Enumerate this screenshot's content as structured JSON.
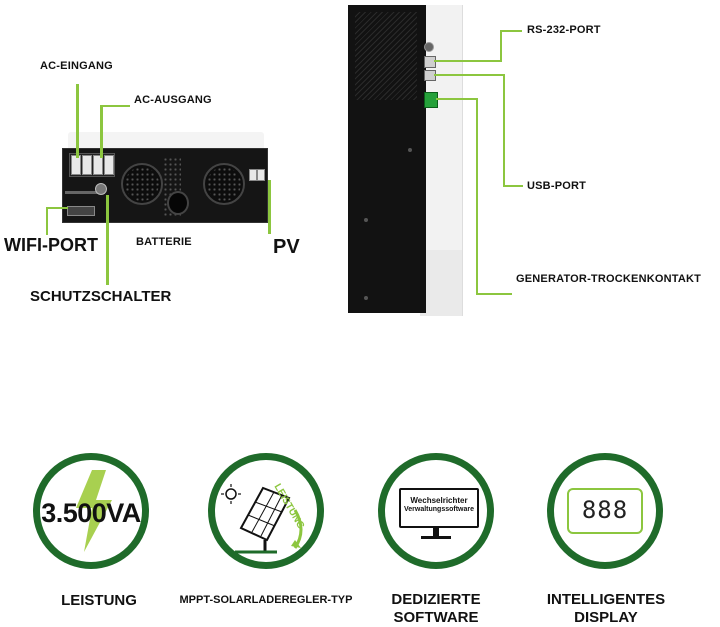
{
  "labels": {
    "ac_eingang": "AC-EINGANG",
    "ac_ausgang": "AC-AUSGANG",
    "wifi_port": "WIFI-PORT",
    "batterie": "BATTERIE",
    "pv": "PV",
    "schutzschalter": "SCHUTZSCHALTER",
    "rs232": "RS-232-PORT",
    "usb": "USB-PORT",
    "generator": "GENERATOR-TROCKENKONTAKT"
  },
  "features": [
    {
      "icon": "power-bolt-icon",
      "value": "3.500VA",
      "label": "LEISTUNG"
    },
    {
      "icon": "solar-panel-icon",
      "arc_text": "LEISTUNG",
      "label": "MPPT-SOLARLADEREGLER-TYP"
    },
    {
      "icon": "monitor-icon",
      "screen_text_1": "Wechselrichter",
      "screen_text_2": "Verwaltungssoftware",
      "label_1": "DEDIZIERTE",
      "label_2": "SOFTWARE"
    },
    {
      "icon": "display-icon",
      "digits": "888",
      "label_1": "INTELLIGENTES",
      "label_2": "DISPLAY"
    }
  ],
  "colors": {
    "accent_green": "#8cc63f",
    "ring_green": "#1f6b2a",
    "terminal_green": "#25a03a"
  }
}
